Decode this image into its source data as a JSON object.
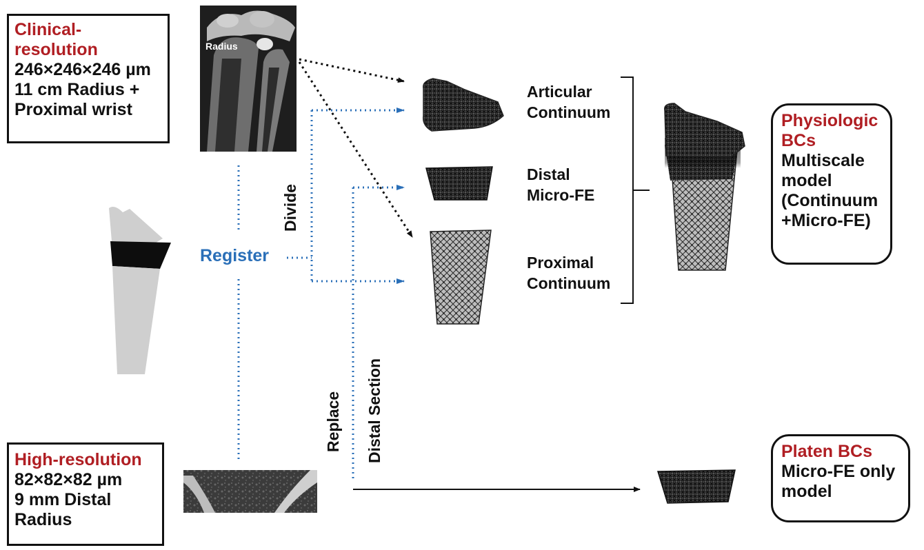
{
  "clinical_box": {
    "title": "Clinical-resolution",
    "title_line1": "Clinical-",
    "title_line2": "resolution",
    "line1": "246×246×246 µm",
    "line2": "11 cm Radius +",
    "line3": "Proximal wrist"
  },
  "ct_image": {
    "label": "Radius"
  },
  "highres_box": {
    "title": "High-resolution",
    "line1": "82×82×82 µm",
    "line2": "9 mm Distal",
    "line3": "Radius"
  },
  "register_label": "Register",
  "divide_label": "Divide",
  "replace_label": "Replace",
  "distal_section_label": "Distal Section",
  "sections": [
    {
      "line1": "Articular",
      "line2": "Continuum"
    },
    {
      "line1": "Distal",
      "line2": "Micro-FE"
    },
    {
      "line1": "Proximal",
      "line2": "Continuum"
    }
  ],
  "physiologic_box": {
    "title_line1": "Physiologic",
    "title_line2": "BCs",
    "line1": "Multiscale",
    "line2": "model",
    "line3": "(Continuum",
    "line4": "+Micro-FE)"
  },
  "platen_box": {
    "title": "Platen BCs",
    "line1": "Micro-FE only",
    "line2": "model"
  },
  "colors": {
    "red": "#b01e23",
    "blue": "#2a6fb8",
    "black": "#111111"
  }
}
